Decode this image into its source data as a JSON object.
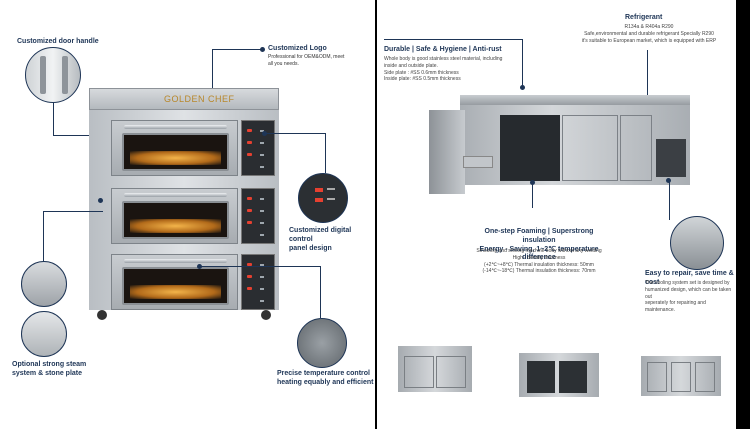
{
  "left": {
    "brand": "GOLDEN CHEF",
    "callouts": {
      "door_handle": "Customized door handle",
      "logo_title": "Customized Logo",
      "logo_desc": [
        "Professional for OEM&ODM, meet",
        "all you needs."
      ],
      "control_panel": [
        "Customized digital control",
        "panel design"
      ],
      "steam": [
        "Optional strong steam",
        "system & stone plate"
      ],
      "temperature": [
        "Precise temperature control",
        "heating equably and efficient"
      ]
    }
  },
  "right": {
    "refrigerant_title": "Refrigerant",
    "refrigerant_desc": [
      "R134a & R404a R290",
      "Safe,environmental and durable refrigerant Specially R290",
      "it's suitable to European market, which is equipped with ERP"
    ],
    "durable_title": "Durable | Safe & Hygiene | Anti-rust",
    "durable_desc": [
      "Whole body is good stainless steel material, including",
      "inside and outside plate.",
      "Side plate : #SS 0.6mm thickness",
      "Inside plate: #SS 0.5mm thickness"
    ],
    "foaming_title": [
      "One-step Foaming | Superstrong insulation",
      "Energy - Saving, 1~2℃ temperature difference"
    ],
    "foaming_desc": [
      "Smoothly and shining machine body without any welding",
      "High - density thickness",
      "(+2℃~+8℃) Thermal insulation thickness: 50mm",
      "(-14℃~-18℃) Thermal insulation thickness: 70mm"
    ],
    "repair_title": "Easy to repair, save time & cost",
    "repair_desc": [
      "The cooling system set is designed by",
      "humanized design, which can be taken out",
      "seperately for repairing and maintenance."
    ]
  }
}
